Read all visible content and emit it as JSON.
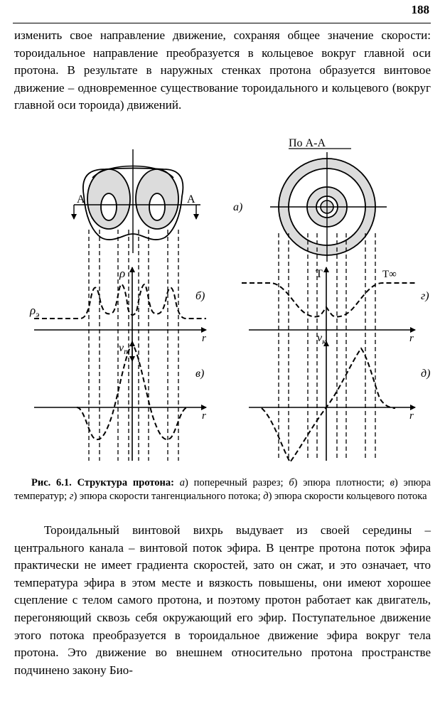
{
  "page_number": "188",
  "paragraph_1": "изменить свое направление движение, сохраняя общее значение скорости: тороидальное направление преобразуется в кольцевое вокруг главной оси протона. В результате в наружных стенках протона образуется винтовое движение – одновременное существование тороидального и кольцевого (вокруг главной оси тороида) движений.",
  "figure": {
    "section_label": "По А-А",
    "cut_label_left": "А",
    "cut_label_right": "А",
    "panel_a": "а)",
    "panel_b": "б)",
    "panel_v": "в)",
    "panel_g": "г)",
    "panel_d": "д)",
    "rho_symbol": "ρ",
    "rho_e_symbol": "ρ",
    "rho_e_sub": "э",
    "T_symbol": "T",
    "T_inf_symbol": "T∞",
    "vt_symbol": "v",
    "vt_sub": "т",
    "vk_symbol": "v",
    "vk_sub": "к",
    "r_symbol": "r"
  },
  "caption": {
    "label": "Рис. 6.1. Структура протона:",
    "a_mark": "а",
    "a_text": ") поперечный разрез; ",
    "b_mark": "б",
    "b_text": ") эпюра плотности; ",
    "v_mark": "в",
    "v_text": ") эпюра температур; ",
    "g_mark": "г",
    "g_text": ") эпюра скорости тангенциального потока; ",
    "d_mark": "д",
    "d_text": ") эпюра скорости кольцевого потока"
  },
  "paragraph_2": "Тороидальный винтовой вихрь выдувает из своей середины – центрального канала – винтовой поток эфира. В центре протона поток эфира практически не имеет градиента скоростей, зато он сжат, и это означает, что температура эфира в этом месте и вязкость повышены, они имеют хорошее сцепление с телом самого протона, и поэтому протон работает как двигатель, перегоняющий сквозь себя окружающий его эфир.  Поступательное движение этого потока преобразуется в тороидальное движение эфира вокруг тела протона. Это движение во внешнем относительно протона пространстве подчинено закону Био-"
}
